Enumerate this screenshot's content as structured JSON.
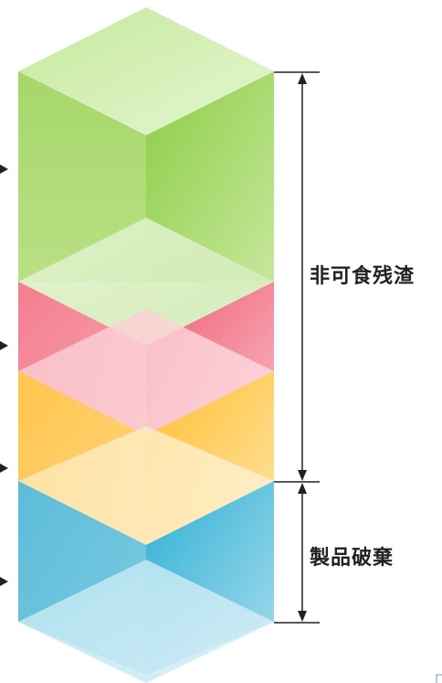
{
  "diagram": {
    "labels": {
      "upper": "非可食残渣",
      "lower": "製品破棄"
    },
    "layers": [
      {
        "name": "green-layer",
        "color": "#9dd35c"
      },
      {
        "name": "pink-layer",
        "color": "#f38a9a"
      },
      {
        "name": "yellow-layer",
        "color": "#ffc95a"
      },
      {
        "name": "blue-layer",
        "color": "#62bfdc"
      }
    ]
  }
}
